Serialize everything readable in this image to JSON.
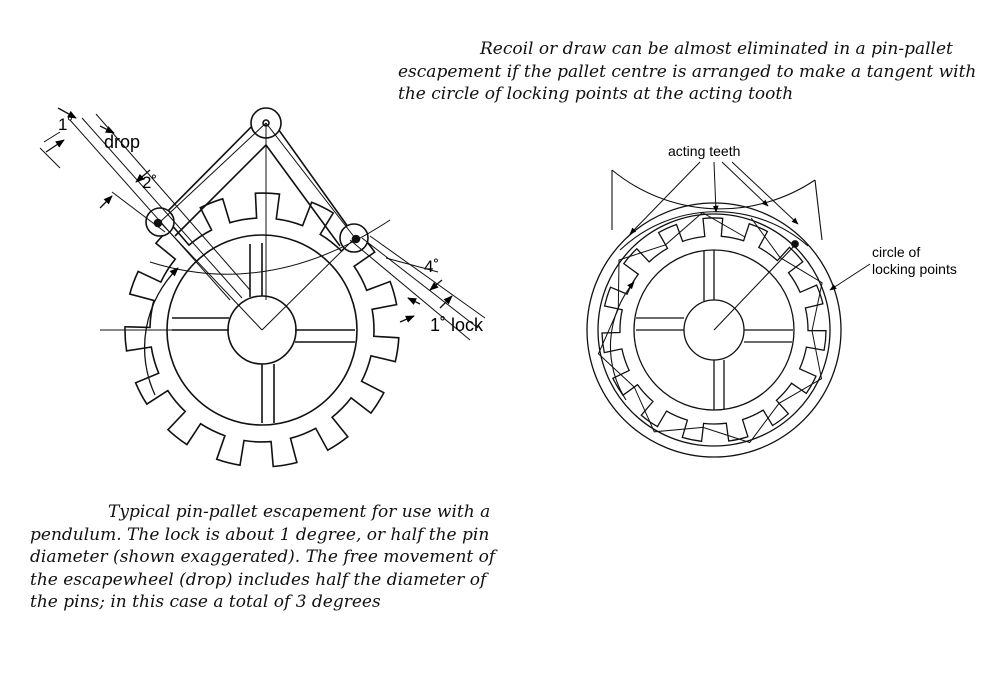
{
  "captions": {
    "top": "Recoil or draw can be almost eliminated in a pin-pallet escapement if the pallet centre is arranged to make a tangent with the circle of locking points at the acting tooth",
    "bottom": "Typical pin-pallet escapement for use with a pendulum. The lock is about 1 degree, or half the pin diameter (shown exaggerated). The free movement of the escapewheel (drop) includes half the diameter of the pins; in this case a total of 3 degrees"
  },
  "left_diagram": {
    "labels": {
      "one_degree": "1˚",
      "drop": "drop",
      "two_degree": "2˚",
      "four_degree": "4˚",
      "one_degree_lock": "1˚ lock"
    },
    "teeth_count": 15
  },
  "right_diagram": {
    "labels": {
      "acting_teeth": "acting teeth",
      "circle_of_line1": "circle of",
      "circle_of_line2": "locking points"
    },
    "teeth_count": 15
  }
}
